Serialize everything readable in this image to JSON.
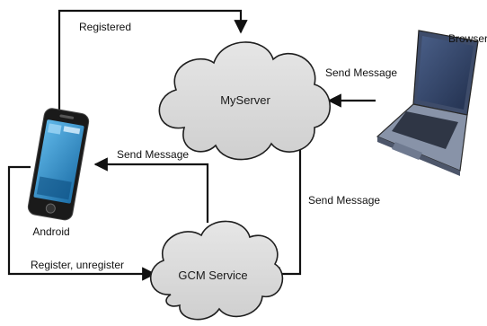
{
  "nodes": {
    "myserver": {
      "label": "MyServer"
    },
    "gcm": {
      "label": "GCM Service"
    },
    "android": {
      "label": "Android"
    },
    "browser": {
      "label": "Browser"
    }
  },
  "edges": {
    "registered": {
      "label": "Registered"
    },
    "browser_to_server": {
      "label": "Send Message"
    },
    "gcm_to_android": {
      "label": "Send Message"
    },
    "server_to_gcm": {
      "label": "Send Message"
    },
    "android_to_gcm": {
      "label": "Register, unregister"
    }
  },
  "colors": {
    "cloud_fill": "#d9d9d9",
    "cloud_stroke": "#1f1f1f",
    "arrow": "#111111"
  }
}
